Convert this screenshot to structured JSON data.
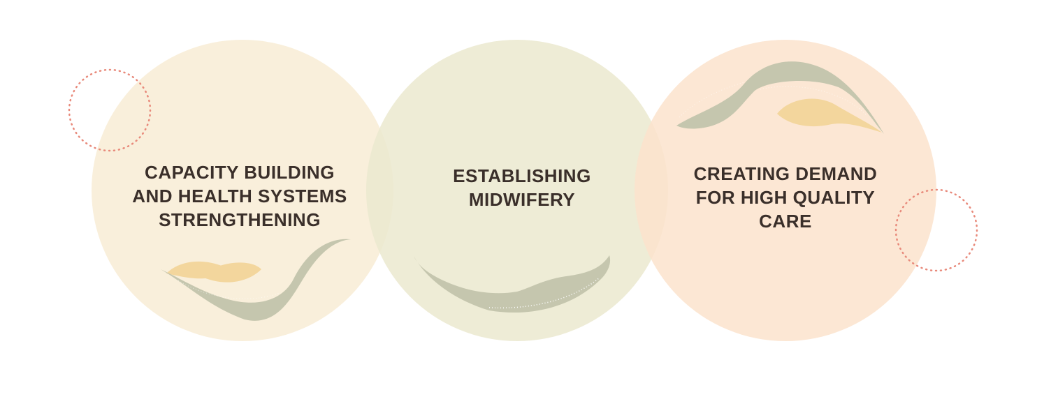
{
  "circles": [
    {
      "lines": [
        "CAPACITY BUILDING",
        "AND HEALTH SYSTEMS",
        "STRENGTHENING"
      ],
      "color": "#f9eed9"
    },
    {
      "lines": [
        "ESTABLISHING",
        "MIDWIFERY"
      ],
      "color": "#eeebd3"
    },
    {
      "lines": [
        "CREATING DEMAND",
        "FOR HIGH QUALITY",
        "CARE"
      ],
      "color": "#fce7d2"
    }
  ],
  "colors": {
    "dotted_ring": "#e8897a",
    "leaf_green": "#c5c6ae",
    "leaf_yellow": "#f3d69d",
    "text": "#3a2f2a"
  }
}
